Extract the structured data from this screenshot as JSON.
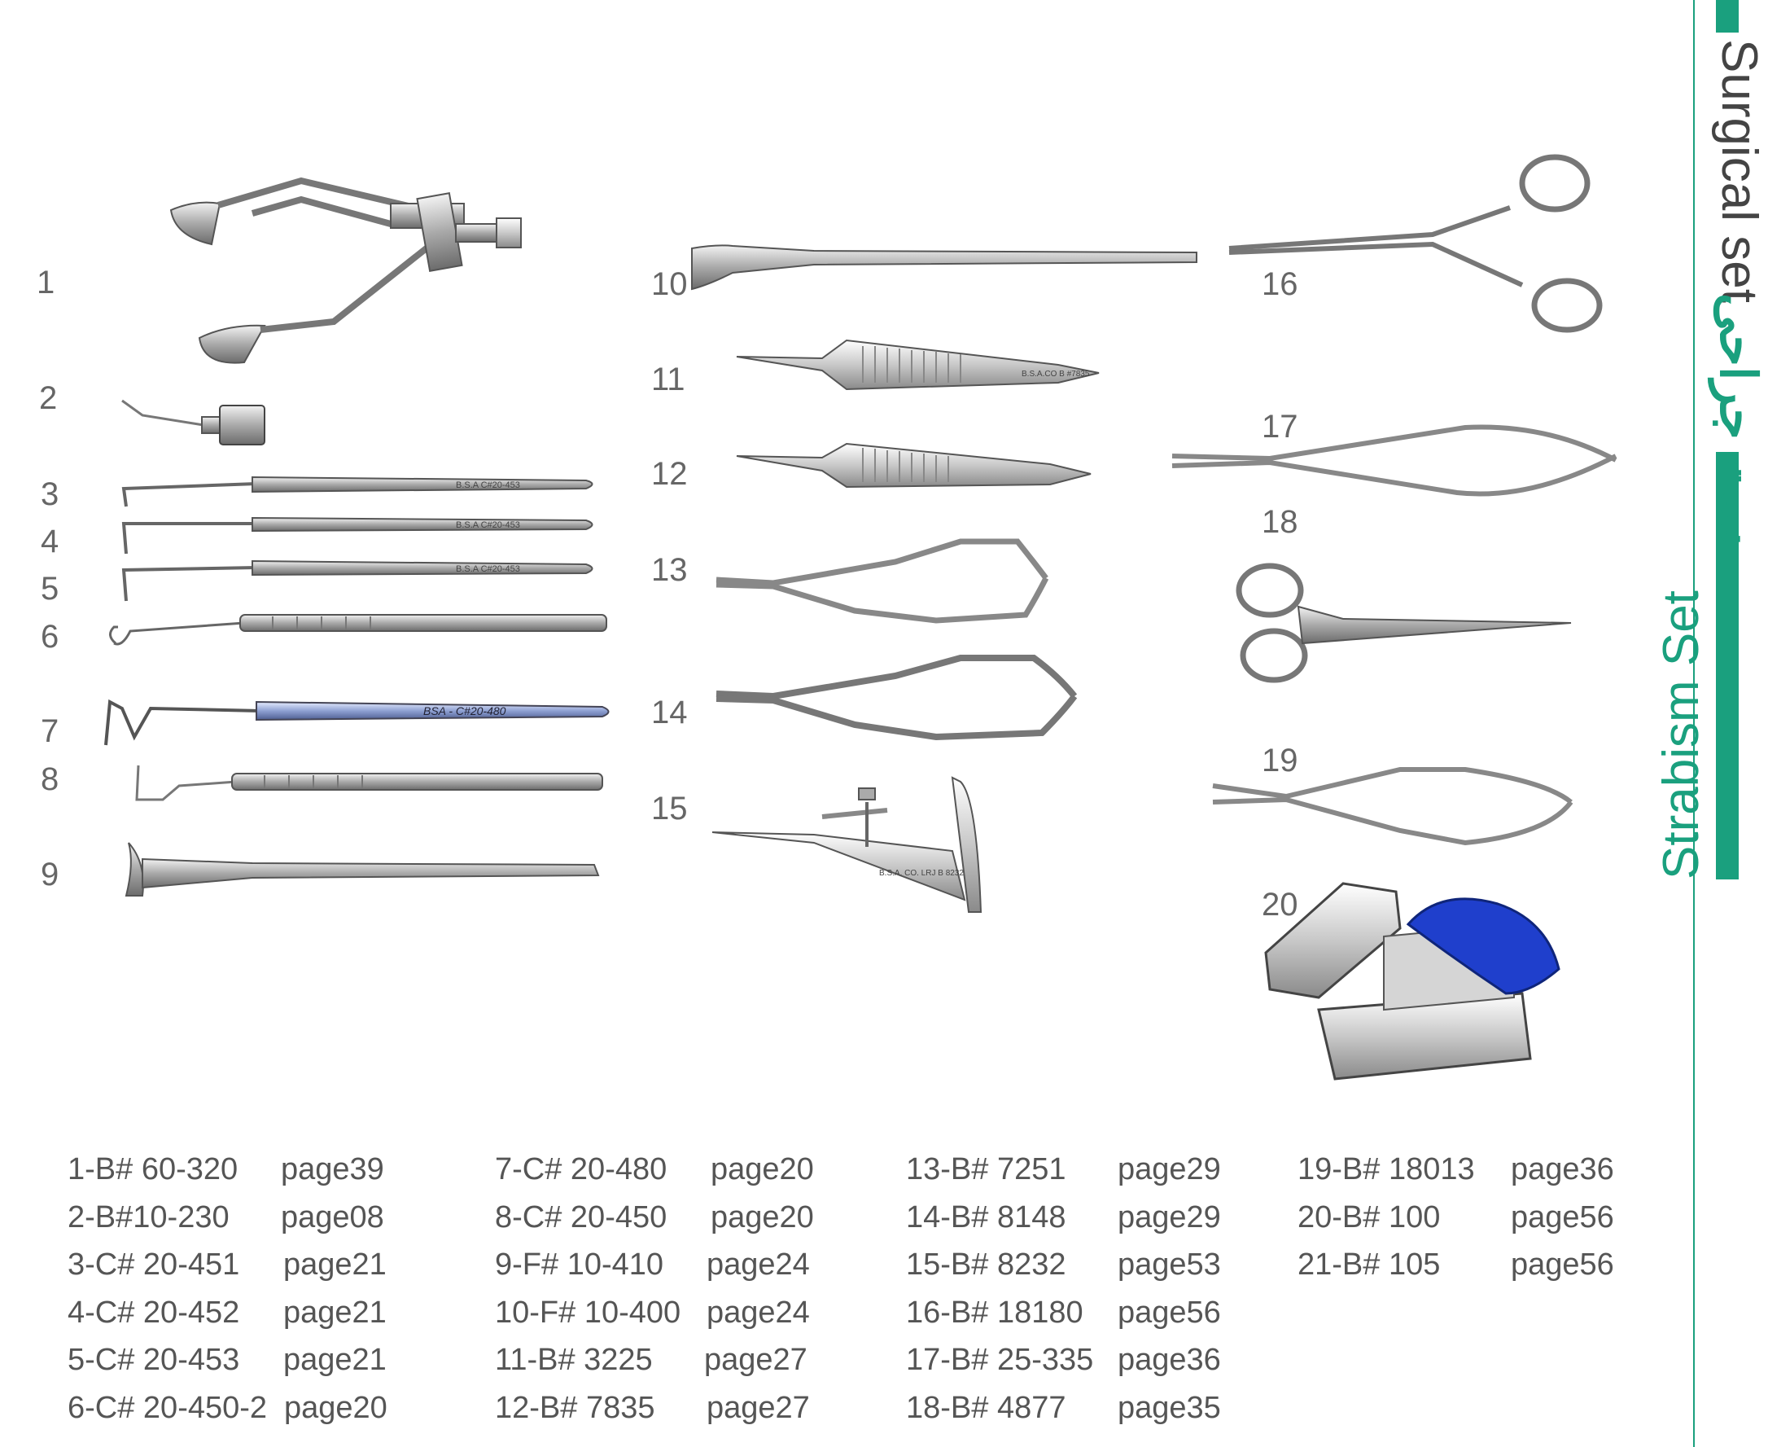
{
  "side": {
    "surgical_label": "Surgical set",
    "arabic_label": "ست جراحی",
    "strabismus_label": "Strabism Set"
  },
  "numbers": [
    "1",
    "2",
    "3",
    "4",
    "5",
    "6",
    "7",
    "8",
    "9",
    "10",
    "11",
    "12",
    "13",
    "14",
    "15",
    "16",
    "17",
    "18",
    "19",
    "20"
  ],
  "instruments": {
    "hook3": "B.S.A   C#20-453",
    "hook4": "B.S.A   C#20-453",
    "hook5": "B.S.A   C#20-453",
    "hook7": "BSA - C#20-480",
    "forceps11": "B.S.A.CO  B #7835",
    "calipers": "B.S.A. CO. LRJ   B 8232"
  },
  "legend": [
    [
      {
        "code": "1-B# 60-320",
        "page": "page39"
      },
      {
        "code": "2-B#10-230",
        "page": "page08"
      },
      {
        "code": "3-C# 20-451",
        "page": "page21"
      },
      {
        "code": "4-C# 20-452",
        "page": "page21"
      },
      {
        "code": "5-C# 20-453",
        "page": "page21"
      },
      {
        "code": "6-C# 20-450-2",
        "page": "page20"
      }
    ],
    [
      {
        "code": "7-C# 20-480",
        "page": "page20"
      },
      {
        "code": "8-C# 20-450",
        "page": "page20"
      },
      {
        "code": "9-F# 10-410",
        "page": "page24"
      },
      {
        "code": "10-F# 10-400",
        "page": "page24"
      },
      {
        "code": "11-B# 3225",
        "page": "page27"
      },
      {
        "code": "12-B# 7835",
        "page": "page27"
      }
    ],
    [
      {
        "code": "13-B# 7251",
        "page": "page29"
      },
      {
        "code": "14-B# 8148",
        "page": "page29"
      },
      {
        "code": "15-B# 8232",
        "page": "page53"
      },
      {
        "code": "16-B# 18180",
        "page": "page56"
      },
      {
        "code": "17-B# 25-335",
        "page": "page36"
      },
      {
        "code": "18-B# 4877",
        "page": "page35"
      }
    ],
    [
      {
        "code": "19-B# 18013",
        "page": "page36"
      },
      {
        "code": "20-B# 100",
        "page": "page56"
      },
      {
        "code": "21-B# 105",
        "page": "page56"
      }
    ]
  ]
}
